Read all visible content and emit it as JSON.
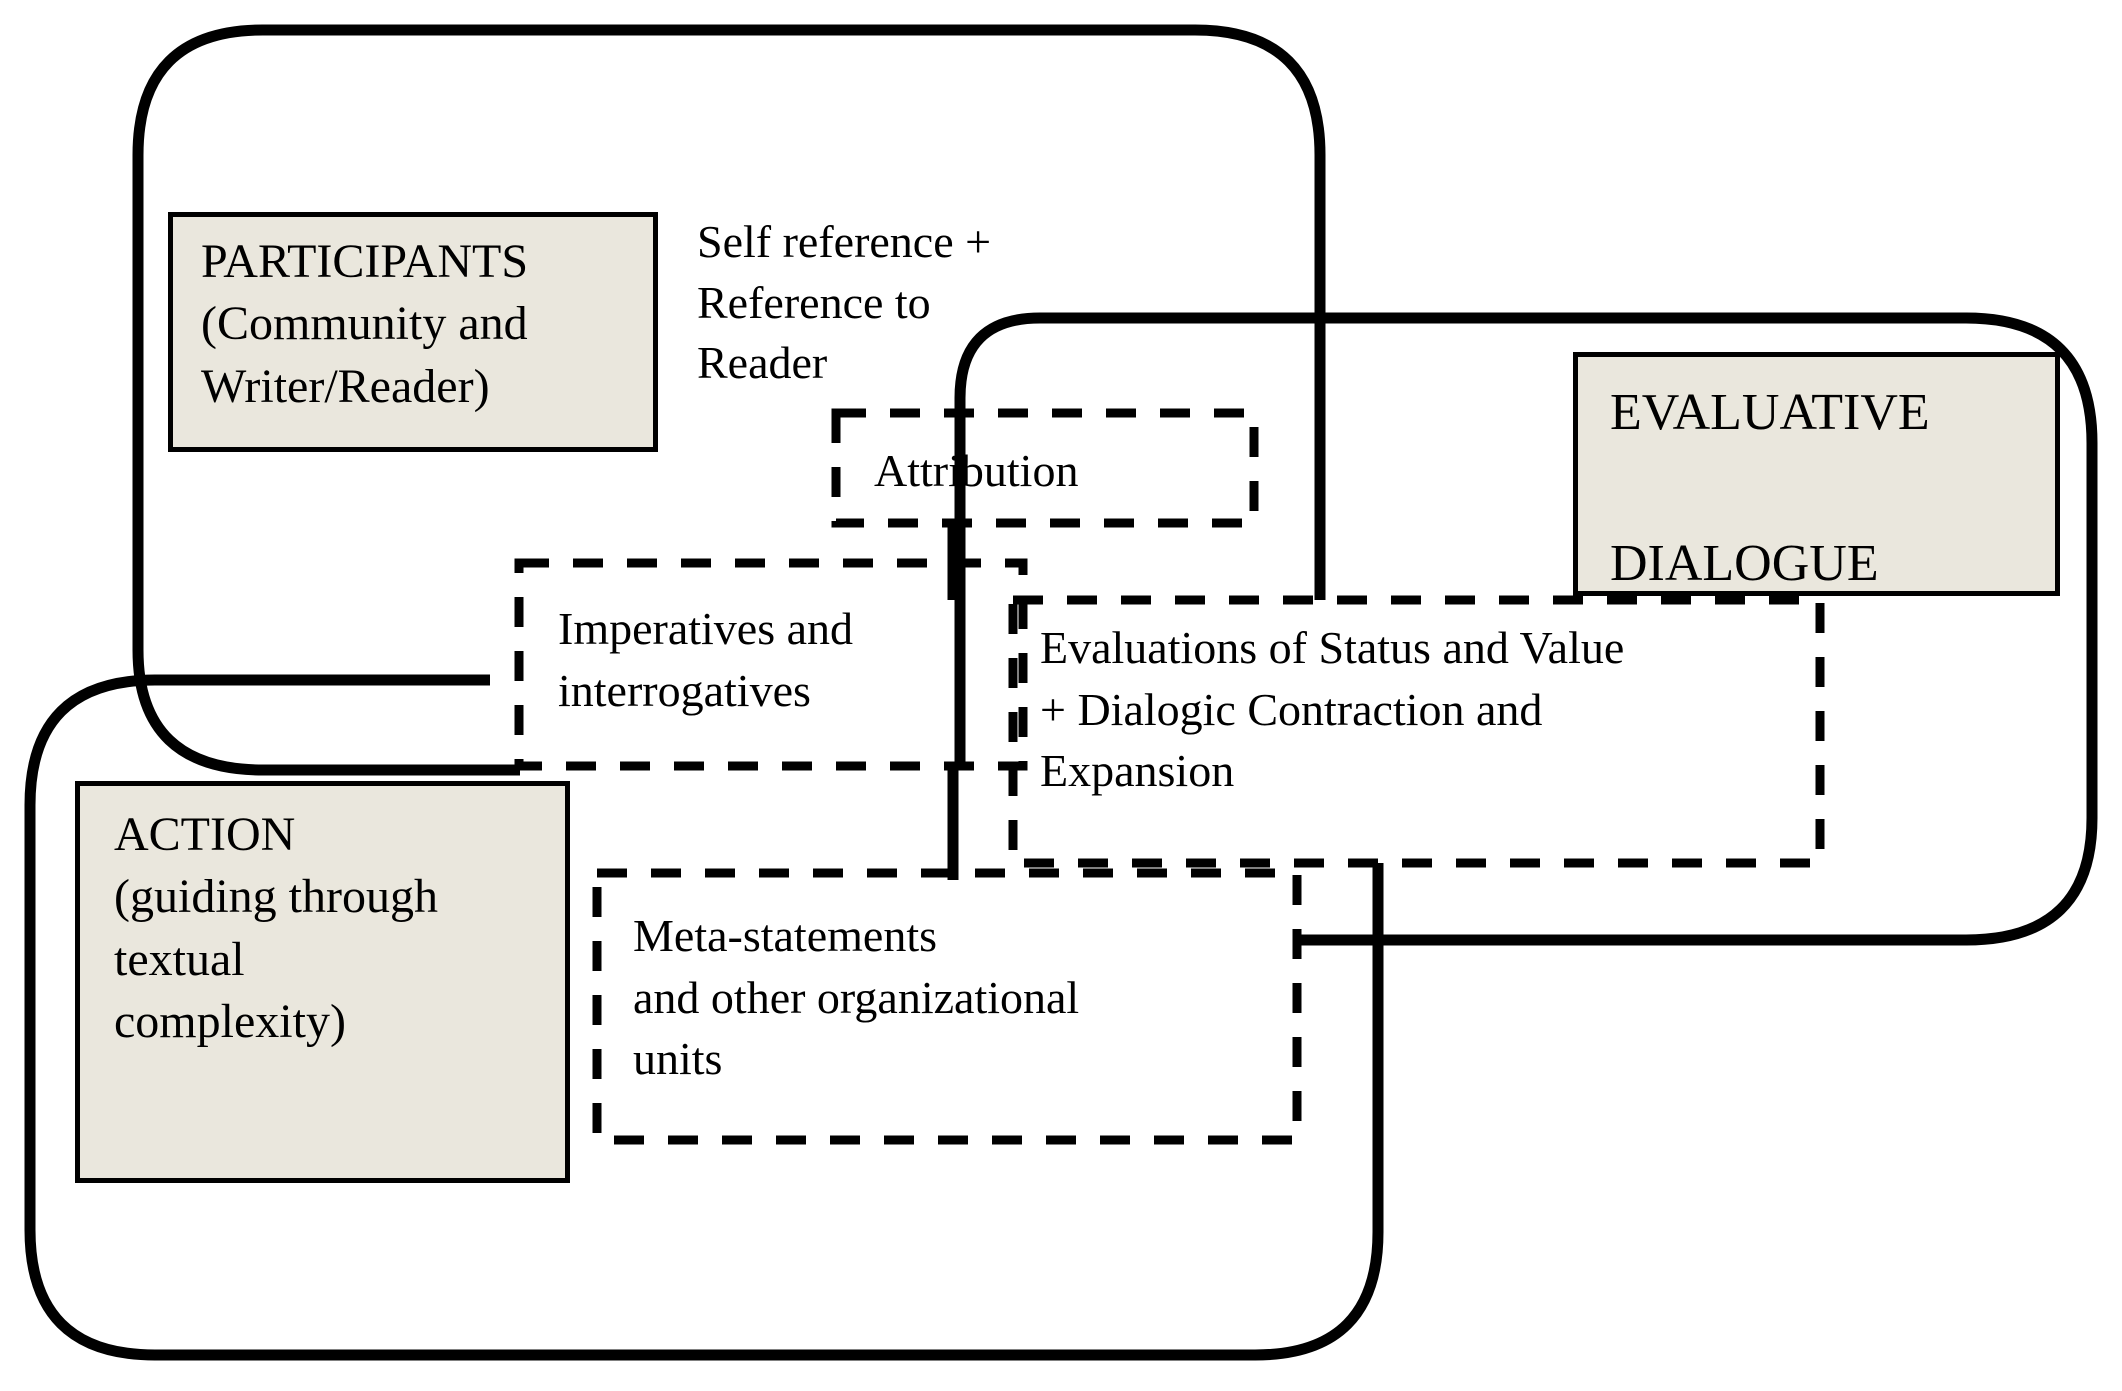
{
  "diagram": {
    "title": "Evaluative dialogue and participation framework",
    "background_color": "#ffffff",
    "stroke_color": "#000000",
    "box_fill_color": "#eae7dd",
    "solid_boxes": [
      {
        "id": "participants",
        "label": "PARTICIPANTS\n(Community and\nWriter/Reader)",
        "fill": "#eae7dd"
      },
      {
        "id": "action",
        "label": "ACTION\n(guiding through\ntextual\ncomplexity)",
        "fill": "#eae7dd"
      },
      {
        "id": "evaluative_dialogue",
        "label": "EVALUATIVE\n\nDIALOGUE",
        "fill": "#eae7dd"
      }
    ],
    "dashed_boxes": [
      {
        "id": "attribution",
        "label": "Attribution"
      },
      {
        "id": "imperatives",
        "label": "Imperatives and\ninterrogatives"
      },
      {
        "id": "evaluations",
        "label": "Evaluations of Status and Value\n+ Dialogic Contraction and\nExpansion"
      },
      {
        "id": "meta_statements",
        "label": "Meta-statements\nand other organizational\nunits"
      }
    ],
    "free_labels": [
      {
        "id": "self_reference",
        "label": "Self reference +\nReference to\nReader"
      }
    ],
    "regions": [
      {
        "id": "participants-region",
        "shape": "rounded-rectangle",
        "style": "solid"
      },
      {
        "id": "action-region",
        "shape": "rounded-rectangle",
        "style": "solid"
      },
      {
        "id": "evaluative-region",
        "shape": "rounded-rectangle",
        "style": "solid"
      }
    ]
  }
}
